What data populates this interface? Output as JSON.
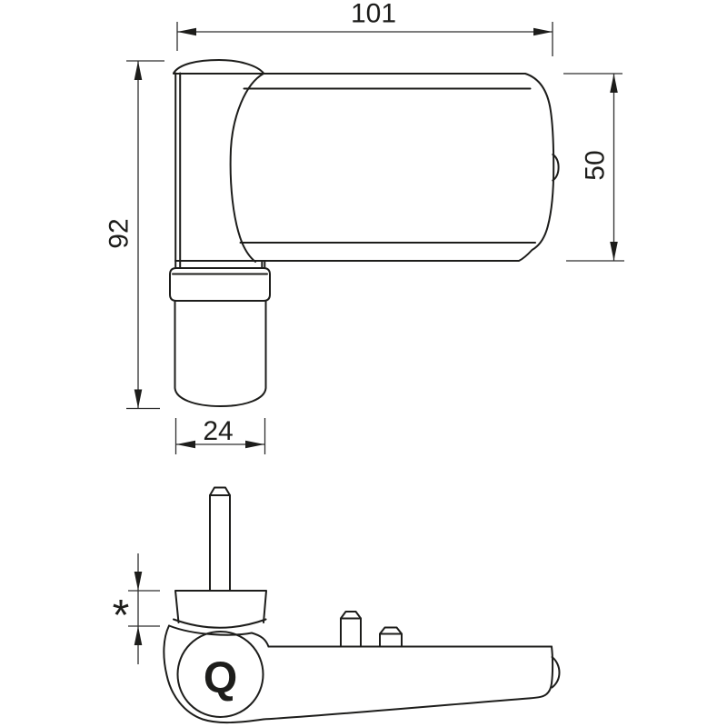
{
  "dimensions": {
    "overall_width": "101",
    "overall_height": "92",
    "body_height": "50",
    "sleeve_width": "24",
    "offset_play": "*"
  },
  "logo": {
    "letter": "Q"
  },
  "colors": {
    "object_line": "#1d1d1b",
    "dimension_line": "#2e2e2e",
    "background": "#ffffff"
  }
}
